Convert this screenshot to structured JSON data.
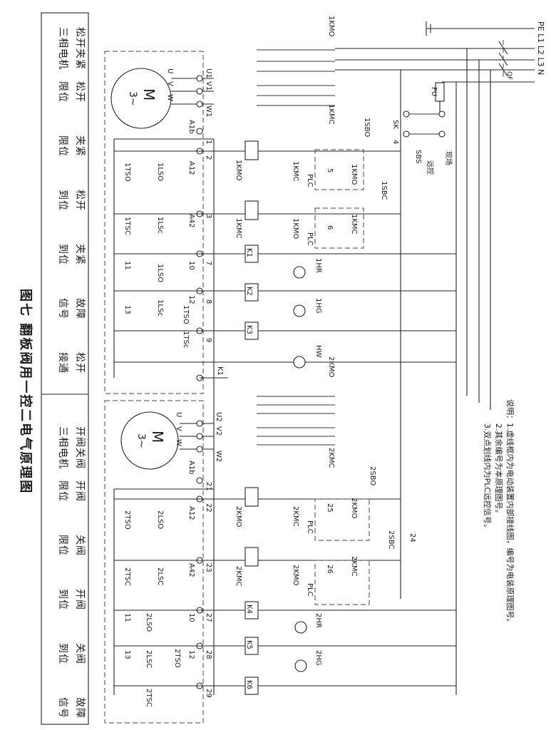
{
  "title": "图七  翻板阀用一控二电气原理图",
  "supply": {
    "phases": "PE L1 L2 L3 N",
    "breaker": "QF",
    "fuse": "FU",
    "ground": "="
  },
  "notes": [
    "说明：1.虚线框内为电动装置内部接线图，编号为电装原理图号。",
    "2.其余编号为本原理图号。",
    "3.双点划线内为PLC远控信号。"
  ],
  "selector": {
    "label": "SK",
    "terminal": "4",
    "local": "现场",
    "remote": "远控",
    "stop": "SBS"
  },
  "unit1": {
    "motor": "M",
    "motor_sub": "3~",
    "terms": [
      "U",
      "V",
      "W",
      "U1",
      "V1",
      "W1",
      "A1b",
      "1",
      "2",
      "3",
      "7",
      "8",
      "9",
      "10",
      "11",
      "12",
      "13",
      "A12",
      "A42"
    ],
    "contactor_open": "1KMO",
    "contactor_close": "1KMC",
    "buttons": [
      "1SBO",
      "1SBC"
    ],
    "nodes": [
      "5",
      "6"
    ],
    "limit": [
      "1TSO",
      "1TSC",
      "1LSO",
      "1LSc",
      "1LSO",
      "1LSc",
      "1TSO",
      "1TSc"
    ],
    "relays": [
      "K1",
      "K2",
      "K3"
    ],
    "lamps": [
      "1HR",
      "1HG",
      "HW"
    ],
    "plc": "PLC",
    "legend": [
      [
        "松开夹紧",
        "三相电机"
      ],
      [
        "松开",
        "限位"
      ],
      [
        "夹紧",
        "限位"
      ],
      [
        "松开",
        "到位"
      ],
      [
        "夹紧",
        "到位"
      ],
      [
        "故障",
        "信号"
      ],
      [
        "松开",
        "接通"
      ]
    ]
  },
  "unit2": {
    "motor": "M",
    "motor_sub": "3~",
    "terms": [
      "U",
      "V",
      "W",
      "U2",
      "V2",
      "W2",
      "A1b",
      "21",
      "22",
      "23",
      "24",
      "25",
      "26",
      "27",
      "28",
      "29",
      "10",
      "11",
      "12",
      "13",
      "A12",
      "A42"
    ],
    "contactor_open": "2KMO",
    "contactor_close": "2KMC",
    "buttons": [
      "2SBO",
      "2SBC"
    ],
    "limit": [
      "2TSO",
      "2TSC",
      "2LSO",
      "2LSC",
      "2LSO",
      "2LSC",
      "2TSO",
      "2TSC"
    ],
    "relays": [
      "K4",
      "K5",
      "K6"
    ],
    "lamps": [
      "2HR",
      "2HG"
    ],
    "plc": "PLC",
    "legend": [
      [
        "开阀关阀",
        "三相电机"
      ],
      [
        "开阀",
        "限位"
      ],
      [
        "关阀",
        "限位"
      ],
      [
        "开阀",
        "到位"
      ],
      [
        "关阀",
        "到位"
      ],
      [
        "故障",
        "信号"
      ]
    ]
  },
  "k1_link": "K1"
}
